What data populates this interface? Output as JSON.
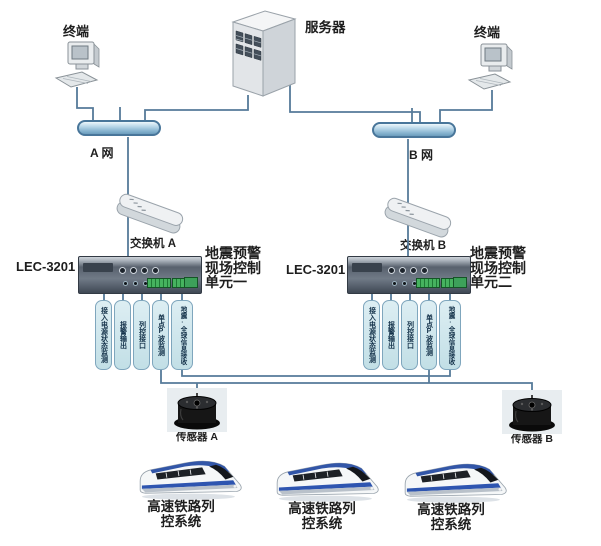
{
  "diagram": {
    "terminals": {
      "a": "终端",
      "b": "终端"
    },
    "server": "服务器",
    "networks": {
      "a": "A 网",
      "b": "B 网"
    },
    "switches": {
      "a": "交换机 A",
      "b": "交换机 B"
    },
    "units": {
      "a": {
        "model": "LEC-3201",
        "title": "地震预警\n现场控制\n单元一",
        "modules": [
          "接入电源状态监测",
          "报警输出",
          "列控接口",
          "单点P波监测",
          "地震·全球信息接收"
        ]
      },
      "b": {
        "model": "LEC-3201",
        "title": "地震预警\n现场控制\n单元二",
        "modules": [
          "接入电源状态监测",
          "报警输出",
          "列控接口",
          "单点P波监测",
          "地震·全球信息接收"
        ]
      }
    },
    "sensors": {
      "a": "传感器 A",
      "b": "传感器 B"
    },
    "trains": {
      "a": "高速铁路列\n控系统",
      "b": "高速铁路列\n控系统",
      "c": "高速铁路列\n控系统"
    },
    "colors": {
      "wire": "#567a99",
      "bus_fill": "#a9cfe3",
      "bus_border": "#49769a",
      "card_fill": "#cde4ea",
      "card_border": "#7fa6bd",
      "module_text": "#14324a",
      "label_text": "#1e1e1e"
    }
  }
}
